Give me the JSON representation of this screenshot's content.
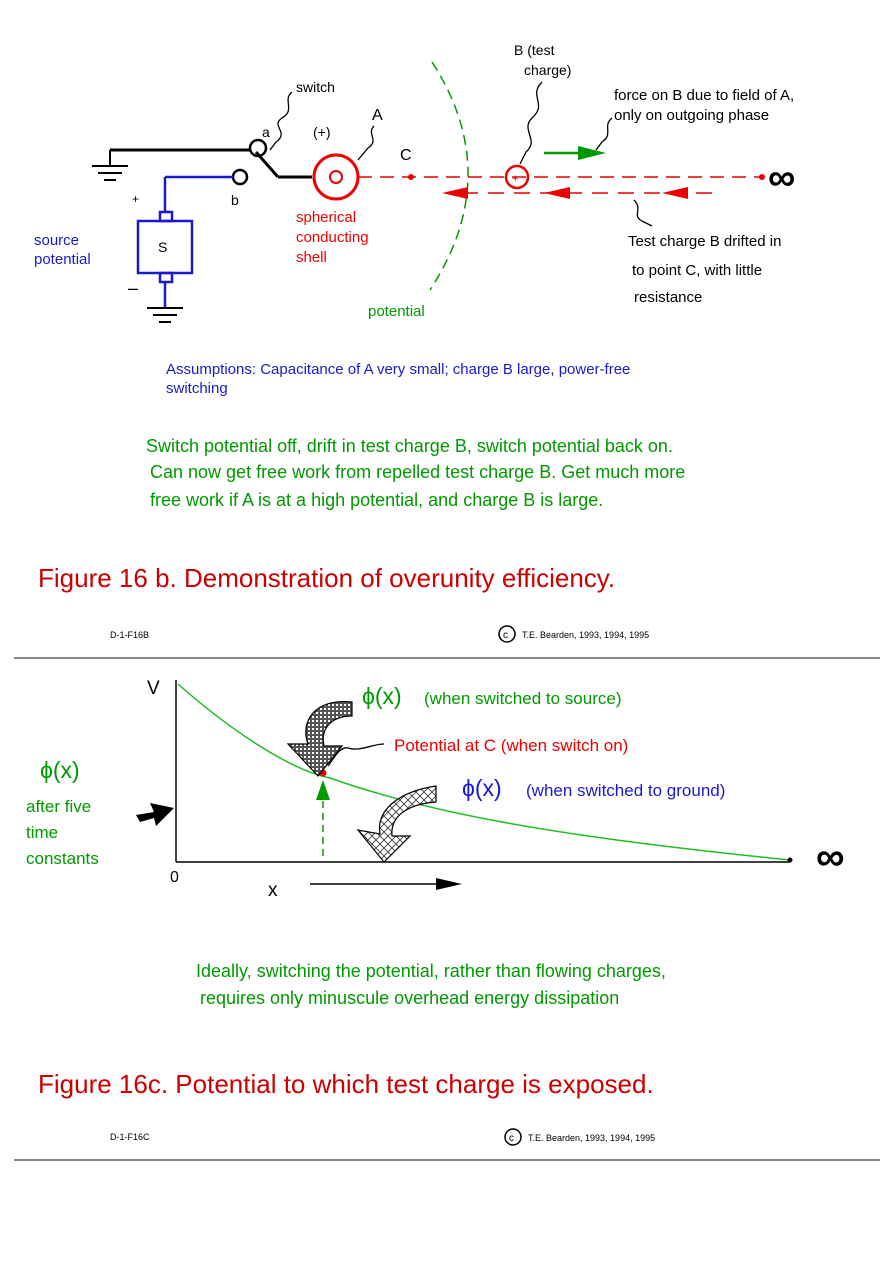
{
  "colors": {
    "black": "#000000",
    "red": "#ee0000",
    "green": "#009900",
    "blue": "#1a1acc",
    "rule": "#888888"
  },
  "fig16b": {
    "labels": {
      "switch": "switch",
      "a": "a",
      "b": "b",
      "plus_small": "+",
      "shell_sign": "(+)",
      "A": "A",
      "C": "C",
      "B_line1": "B  (test",
      "B_line2": "charge)",
      "force_line1": "force on B due to field of A,",
      "force_line2": "only on outgoing phase",
      "infinity": "∞",
      "test_charge_plus": "+",
      "source_S": "S",
      "source_line1": "source",
      "source_line2": "potential",
      "minus": "–",
      "shell_line1": "spherical",
      "shell_line2": "conducting",
      "shell_line3": "shell",
      "potential": "potential",
      "drift_line1": "Test charge B drifted in",
      "drift_line2": "to point C, with little",
      "drift_line3": "resistance"
    },
    "assumptions_line1": "Assumptions: Capacitance of A very small; charge B large, power-free",
    "assumptions_line2": "switching",
    "note_line1": "Switch potential off, drift in test charge B, switch potential back on.",
    "note_line2": "Can now get free work from repelled test charge B.  Get much more",
    "note_line3": "free work if A is at a high potential, and charge B is large.",
    "caption": "Figure 16 b.  Demonstration of overunity efficiency.",
    "code": "D-1-F16B",
    "copyright_symbol": "c",
    "copyright": "T.E. Bearden, 1993, 1994, 1995"
  },
  "fig16c": {
    "labels": {
      "V": "V",
      "origin": "0",
      "x": "x",
      "infinity": "∞",
      "phi": "ϕ(x)",
      "left_line1": "after five",
      "left_line2": "time",
      "left_line3": "constants",
      "source_curve": "(when switched to source)",
      "potential_at_C": "Potential at C (when switch on)",
      "ground_curve": "(when switched to ground)"
    },
    "note_line1": "Ideally, switching the potential, rather than flowing charges,",
    "note_line2": "requires only minuscule overhead energy dissipation",
    "caption": "Figure 16c.  Potential to which test charge is exposed.",
    "code": "D-1-F16C",
    "copyright_symbol": "c",
    "copyright": "T.E. Bearden, 1993, 1994, 1995"
  }
}
